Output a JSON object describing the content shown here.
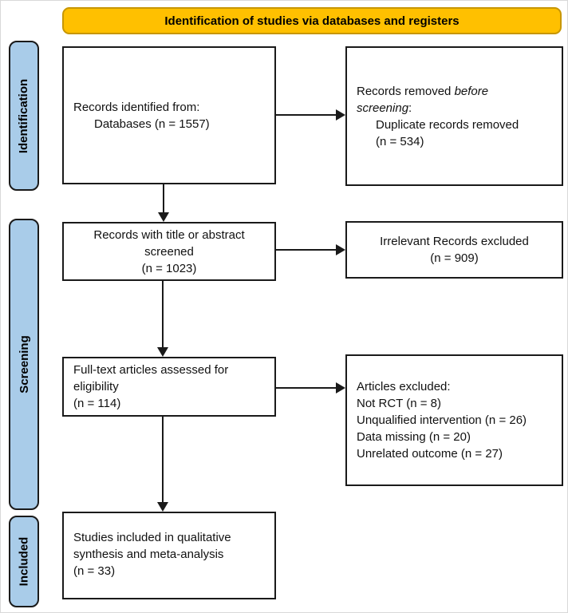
{
  "banner": {
    "label": "Identification of studies via databases and registers"
  },
  "colors": {
    "banner_fill": "#FFC000",
    "banner_border": "#C79600",
    "stage_fill": "#A9CCE9",
    "box_border": "#1a1a1a",
    "arrow": "#1a1a1a",
    "background": "#ffffff"
  },
  "stages": [
    {
      "label": "Identification"
    },
    {
      "label": "Screening"
    },
    {
      "label": "Included"
    }
  ],
  "boxes": {
    "records_identified": {
      "line1": "Records identified from:",
      "line2": "Databases (n = 1557)"
    },
    "records_removed": {
      "prefix": "Records removed ",
      "italic1": "before",
      "italic2": "screening",
      "suffix": ":",
      "detail1": "Duplicate records removed",
      "detail2": "(n = 534)"
    },
    "records_screened": {
      "line1": "Records with title or abstract",
      "line2": "screened",
      "line3": "(n = 1023)"
    },
    "irrelevant_excluded": {
      "line1": "Irrelevant Records excluded",
      "line2": "(n = 909)"
    },
    "fulltext_assessed": {
      "line1": "Full-text articles assessed for",
      "line2": "eligibility",
      "line3": "(n = 114)"
    },
    "articles_excluded": {
      "title": "Articles excluded:",
      "items": [
        "Not RCT (n = 8)",
        "Unqualified intervention (n = 26)",
        "Data missing (n = 20)",
        "Unrelated outcome (n = 27)"
      ]
    },
    "studies_included": {
      "line1": "Studies included in qualitative",
      "line2": "synthesis and meta-analysis",
      "line3": "(n = 33)"
    }
  }
}
